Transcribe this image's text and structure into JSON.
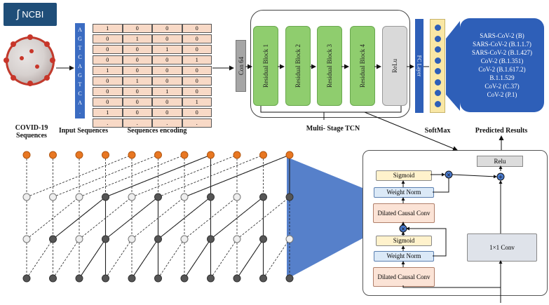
{
  "ncbi": {
    "label": "NCBI"
  },
  "captions": {
    "covid": "COVID-19 Sequences",
    "input_sequences": "Input Sequences",
    "sequences_encoding": "Sequences encoding",
    "multi_stage_tcn": "Multi- Stage TCN",
    "softmax": "SoftMax",
    "predicted_results": "Predicted Results"
  },
  "input_sequence_letters": [
    "A",
    "G",
    "T",
    "C",
    "A",
    "G",
    "T",
    "C",
    "A",
    "."
  ],
  "encoding_rows": [
    [
      "1",
      "0",
      "0",
      "0"
    ],
    [
      "0",
      "1",
      "0",
      "0"
    ],
    [
      "0",
      "0",
      "1",
      "0"
    ],
    [
      "0",
      "0",
      "0",
      "1"
    ],
    [
      "1",
      "0",
      "0",
      "0"
    ],
    [
      "0",
      "1",
      "0",
      "0"
    ],
    [
      "0",
      "0",
      "1",
      "0"
    ],
    [
      "0",
      "0",
      "0",
      "1"
    ],
    [
      "1",
      "0",
      "0",
      "0"
    ],
    [
      ".",
      ".",
      ".",
      "."
    ]
  ],
  "tcn": {
    "conv_label": "Con 64",
    "blocks": [
      "Residual Block 1",
      "Residual Block 2",
      "Residual Block 3",
      "Residual Block 4"
    ],
    "relu_label": "ReLu",
    "fc_label": "FC Layer"
  },
  "results": [
    "SARS-CoV-2 (B)",
    "SARS-CoV-2 (B.1.1.7)",
    "SARS-CoV-2 (B.1.427)",
    "CoV-2 (B.1.351)",
    "CoV-2 (B.1.617.2)",
    "B.1.1.529",
    "CoV-2 (C.37)",
    "CoV-2 (P.1)"
  ],
  "detail": {
    "relu": "Relu",
    "sigmoid": "Sigmoid",
    "weight_norm": "Weight Norm",
    "dilated_causal_conv": "Dilated Causal Conv",
    "conv1x1": "1×1 Conv"
  },
  "colors": {
    "residual_block": "#8fcd6e",
    "fc_layer": "#2e5fb8",
    "results_box": "#2e5fb8",
    "encoding_cell": "#f8d9c6",
    "output_node": "#e87722",
    "hidden_node": "#555555",
    "input_node": "#555555",
    "expansion_triangle": "#4472c4"
  },
  "icons": [
    "ncbi-logo-icon",
    "virus-icon",
    "multiply-node-icon",
    "add-node-icon"
  ]
}
